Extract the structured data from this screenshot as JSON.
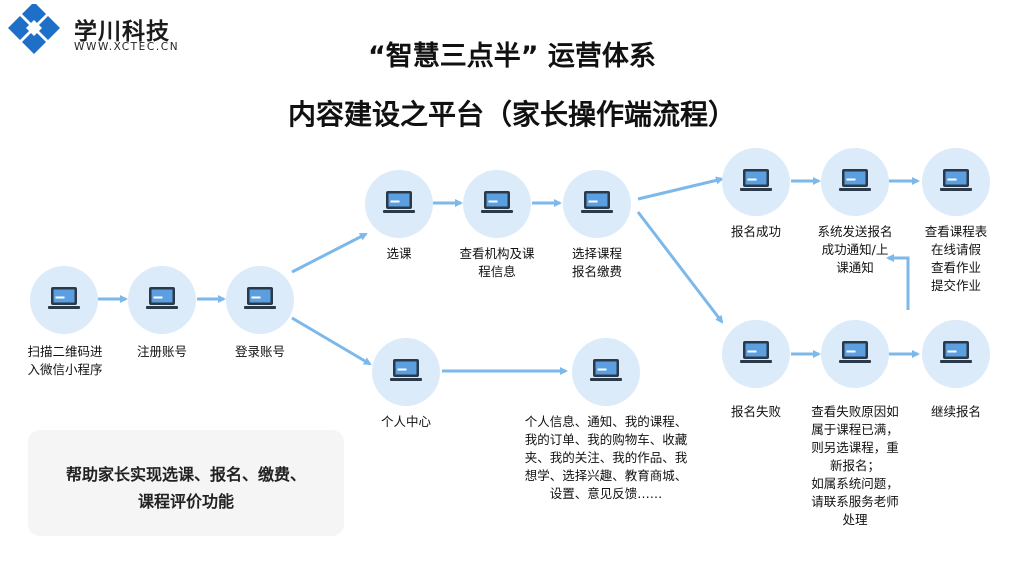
{
  "brand": {
    "name": "学川科技",
    "url": "WWW.XCTEC.CN"
  },
  "title_line1": "“智慧三点半” 运营体系",
  "title_line2": "内容建设之平台（家长操作端流程）",
  "nodes": [
    {
      "id": "scan",
      "label": "扫描二维码进\n入微信小程序",
      "icon": "laptop-icon"
    },
    {
      "id": "register",
      "label": "注册账号",
      "icon": "laptop-icon"
    },
    {
      "id": "login",
      "label": "登录账号",
      "icon": "laptop-icon"
    },
    {
      "id": "choose",
      "label": "选课",
      "icon": "laptop-icon"
    },
    {
      "id": "view_org",
      "label": "查看机构及课\n程信息",
      "icon": "laptop-icon"
    },
    {
      "id": "select_pay",
      "label": "选择课程\n报名缴费",
      "icon": "laptop-icon"
    },
    {
      "id": "success",
      "label": "报名成功",
      "icon": "laptop-icon"
    },
    {
      "id": "notify",
      "label": "系统发送报名\n成功通知/上\n课通知",
      "icon": "laptop-icon"
    },
    {
      "id": "schedule",
      "label": "查看课程表\n在线请假\n查看作业\n提交作业",
      "icon": "laptop-icon"
    },
    {
      "id": "personal",
      "label": "个人中心",
      "icon": "laptop-icon"
    },
    {
      "id": "personal_items",
      "label": "个人信息、通知、我的课程、\n我的订单、我的购物车、收藏\n夹、我的关注、我的作品、我\n想学、选择兴趣、教育商城、\n设置、意见反馈……",
      "icon": "laptop-icon"
    },
    {
      "id": "fail",
      "label": "报名失败",
      "icon": "laptop-icon"
    },
    {
      "id": "check_fail",
      "label": "查看失败原因如\n属于课程已满，\n则另选课程，重\n新报名；\n如属系统问题，\n请联系服务老师\n处理",
      "icon": "laptop-icon"
    },
    {
      "id": "continue",
      "label": "继续报名",
      "icon": "laptop-icon"
    }
  ],
  "edges": [
    [
      "scan",
      "register"
    ],
    [
      "register",
      "login"
    ],
    [
      "login",
      "choose"
    ],
    [
      "login",
      "personal"
    ],
    [
      "choose",
      "view_org"
    ],
    [
      "view_org",
      "select_pay"
    ],
    [
      "select_pay",
      "success"
    ],
    [
      "select_pay",
      "fail"
    ],
    [
      "success",
      "notify"
    ],
    [
      "notify",
      "schedule"
    ],
    [
      "continue",
      "schedule"
    ],
    [
      "fail",
      "check_fail"
    ],
    [
      "check_fail",
      "continue"
    ],
    [
      "personal",
      "personal_items"
    ]
  ],
  "summary": "帮助家长实现选课、报名、缴费、\n课程评价功能",
  "colors": {
    "node_fill": "#dcebfa",
    "arrow": "#7db8ea",
    "icon_dark": "#2b3a4a",
    "icon_screen": "#5b9fe0",
    "logo_blue": "#1e6fc8",
    "summary_bg": "#f5f5f5"
  }
}
